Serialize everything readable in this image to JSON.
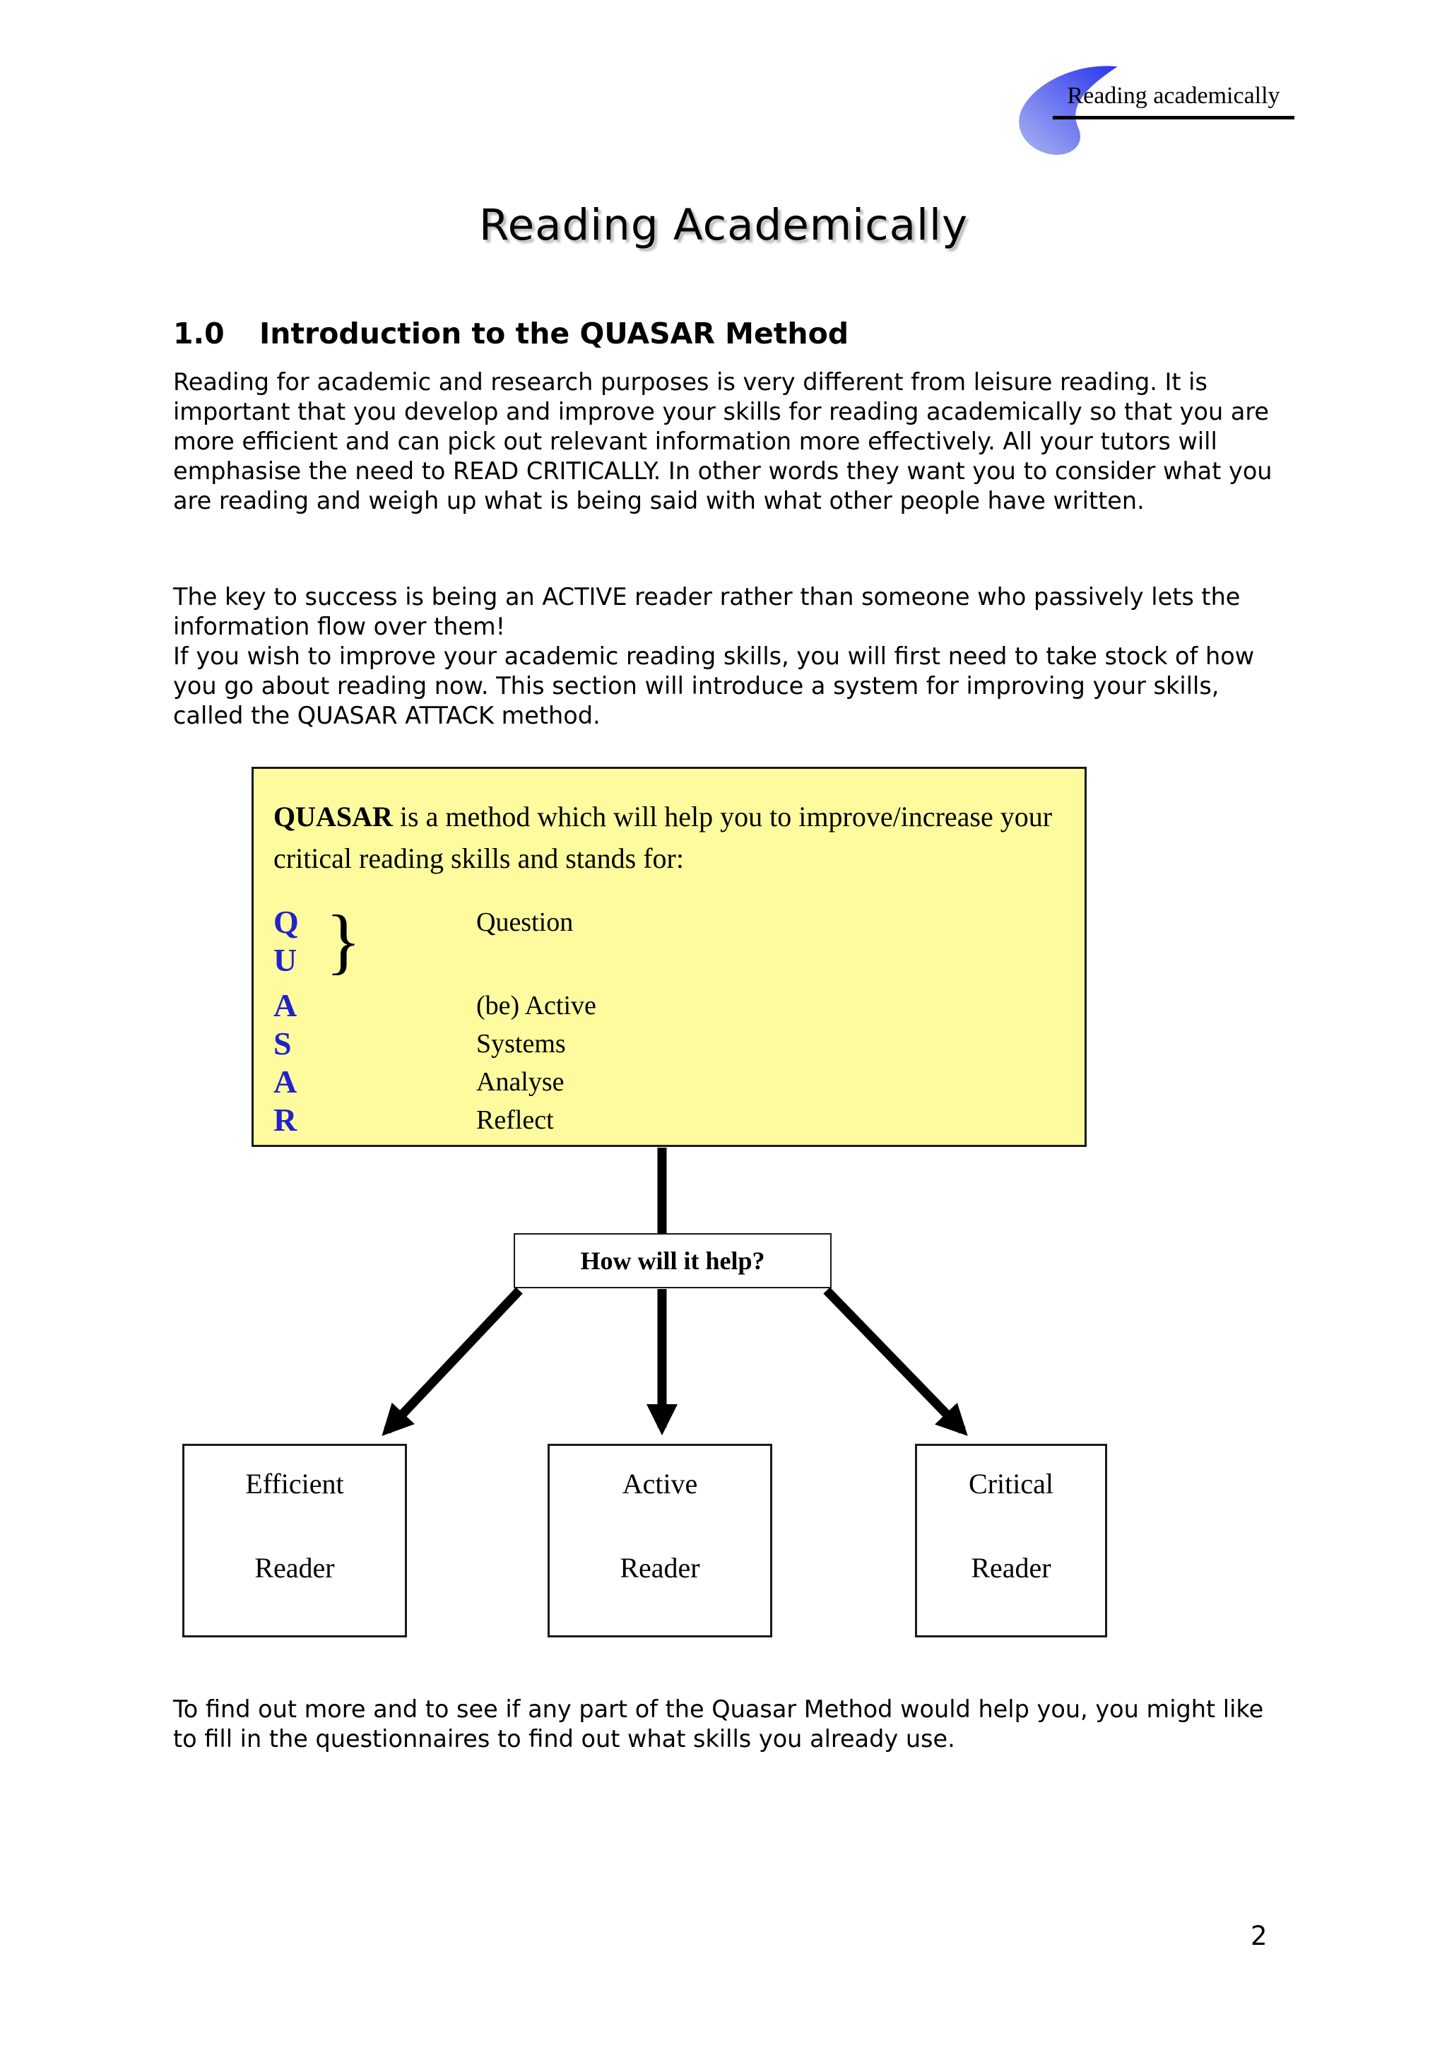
{
  "theme": {
    "box-yellow": "#FEFB9F",
    "quasar-blue": "#2222CC",
    "logo-blue-light": "#AAB4F2",
    "logo-blue-dark": "#2A35EE"
  },
  "header": {
    "logo_text": "Reading academically"
  },
  "title": "Reading Academically",
  "section": {
    "number": "1.0",
    "heading": "Introduction to the QUASAR Method"
  },
  "paragraphs": {
    "p1": "Reading for academic and research purposes is very different from leisure reading. It is important that you develop and improve your skills for reading academically so that you are more efficient and can pick out relevant information more effectively. All your tutors will emphasise the need to READ CRITICALLY. In other words they want you to consider what you are reading and weigh up what is being said with what other people have written.",
    "p2a": "The key to success is being an ACTIVE reader rather than someone who passively lets the information flow over them!",
    "p2b": "If you wish to improve your academic reading skills, you will first need to take stock of how you go about reading now. This section will introduce a system for improving your skills, called the QUASAR ATTACK method.",
    "closing": "To find out more and to see if any part of the Quasar Method would help you, you might like to fill in the questionnaires to find out what skills you already use."
  },
  "quasar_box": {
    "intro_bold": "QUASAR",
    "intro_rest": " is a method which will help you to improve/increase your critical reading skills and stands for:",
    "brace": "}",
    "items": [
      {
        "letter": "Q",
        "meaning": "Question"
      },
      {
        "letter": "U",
        "meaning": ""
      },
      {
        "letter": "A",
        "meaning": "(be) Active"
      },
      {
        "letter": "S",
        "meaning": "Systems"
      },
      {
        "letter": "A",
        "meaning": "Analyse"
      },
      {
        "letter": "R",
        "meaning": "Reflect"
      }
    ]
  },
  "flowchart": {
    "question_box": "How will it help?",
    "outcomes": [
      {
        "line1": "Efficient",
        "line2": "Reader"
      },
      {
        "line1": "Active",
        "line2": "Reader"
      },
      {
        "line1": "Critical",
        "line2": "Reader"
      }
    ]
  },
  "page": {
    "number": "2"
  }
}
